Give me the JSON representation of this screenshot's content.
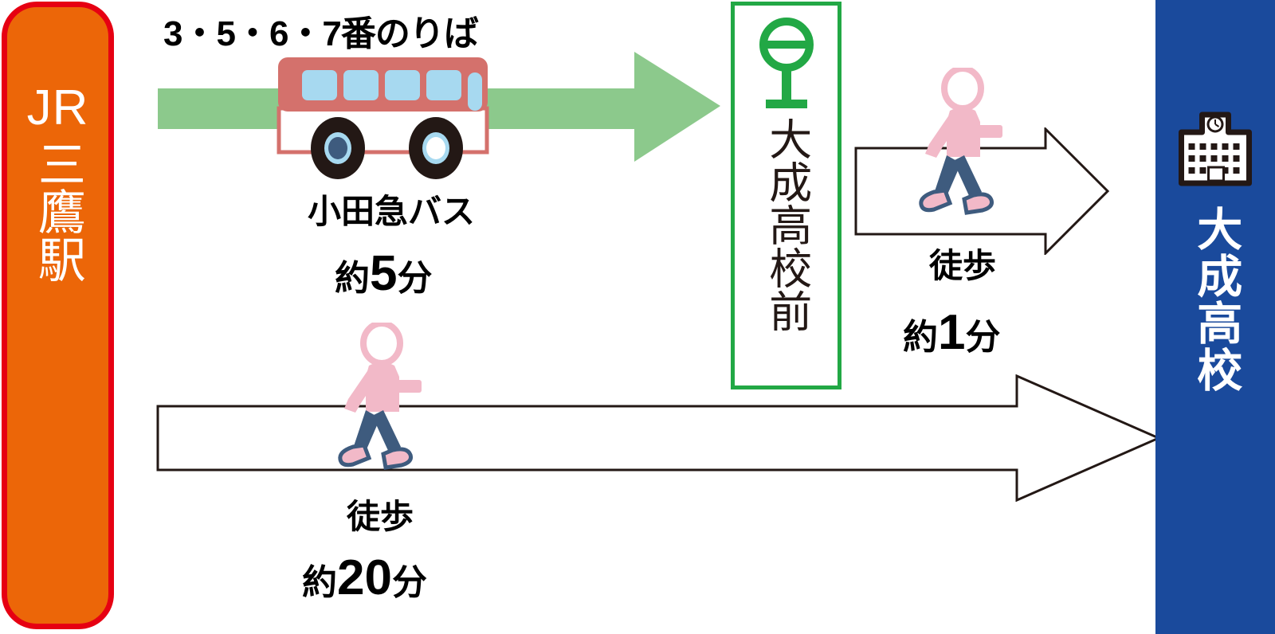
{
  "colors": {
    "station_bg": "#EC6608",
    "station_border": "#E60012",
    "school_bg": "#1A4A9C",
    "busstop_border": "#22A845",
    "green_arrow": "#8CC98C",
    "bus_body": "#D4716C",
    "bus_window": "#A7D9F0",
    "person_shirt": "#F2B9C8",
    "person_pants": "#3E5B7E",
    "outline_dark": "#231815"
  },
  "station": {
    "name": "station-marker",
    "line_label": "JR",
    "station_label": "三鷹駅"
  },
  "destination": {
    "name": "school-marker",
    "icon": "school-building-icon",
    "label": "大成高校"
  },
  "busstop": {
    "name": "bus-stop-marker",
    "icon": "bus-stop-pole-icon",
    "label": "大成高校前"
  },
  "routes": {
    "bus": {
      "platform_note": "3・5・6・7番のりば",
      "operator": "小田急バス",
      "duration_prefix": "約",
      "duration_value": "5",
      "duration_suffix": "分",
      "vehicle_icon": "bus-icon",
      "arrow_icon": "green-right-arrow-icon"
    },
    "walk_from_stop": {
      "mode": "徒歩",
      "duration_prefix": "約",
      "duration_value": "1",
      "duration_suffix": "分",
      "person_icon": "walking-person-icon",
      "arrow_icon": "outline-right-arrow-icon"
    },
    "walk_direct": {
      "mode": "徒歩",
      "duration_prefix": "約",
      "duration_value": "20",
      "duration_suffix": "分",
      "person_icon": "walking-person-icon",
      "arrow_icon": "outline-right-arrow-icon"
    }
  }
}
